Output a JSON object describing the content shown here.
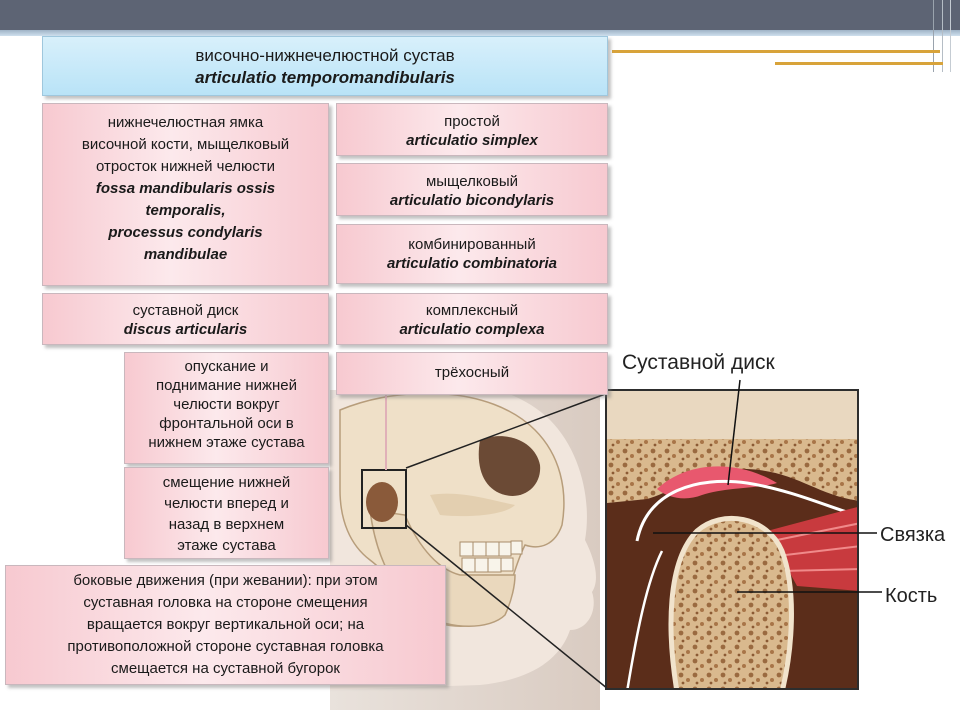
{
  "title": {
    "ru": "височно-нижнечелюстной сустав",
    "lat": "articulatio temporomandibularis"
  },
  "surfaces": {
    "lines_ru": [
      "нижнечелюстная ямка",
      "височной кости, мыщелковый",
      "отросток нижней челюсти"
    ],
    "lines_lat": [
      "fossa mandibularis ossis",
      "temporalis,",
      "processus condylaris",
      "mandibulae"
    ]
  },
  "classification": [
    {
      "ru": "простой",
      "lat": "articulatio simplex"
    },
    {
      "ru": "мыщелковый",
      "lat": "articulatio bicondylaris"
    },
    {
      "ru": "комбинированный",
      "lat": "articulatio combinatoria"
    },
    {
      "ru": "комплексный",
      "lat": "articulatio complexa"
    }
  ],
  "disc": {
    "ru": "суставной диск",
    "lat": "discus articularis"
  },
  "axes": {
    "ru": "трёхосный"
  },
  "movement_lower": [
    "опускание и",
    "поднимание нижней",
    "челюсти вокруг",
    "фронтальной оси в",
    "нижнем этаже сустава"
  ],
  "movement_upper": [
    "смещение нижней",
    "челюсти вперед и",
    "назад в верхнем",
    "этаже сустава"
  ],
  "movement_lateral": [
    "боковые движения (при жевании): при этом",
    "суставная головка на стороне смещения",
    "вращается вокруг вертикальной оси; на",
    "противоположной стороне суставная головка",
    "смещается на суставной бугорок"
  ],
  "image_labels": {
    "disc": "Суставной диск",
    "ligament": "Связка",
    "bone": "Кость"
  },
  "colors": {
    "pink_box": "#f7c9d0",
    "title_box": "#c6e9f8",
    "topbar": "#5d6474",
    "gold": "#d8a33a"
  }
}
